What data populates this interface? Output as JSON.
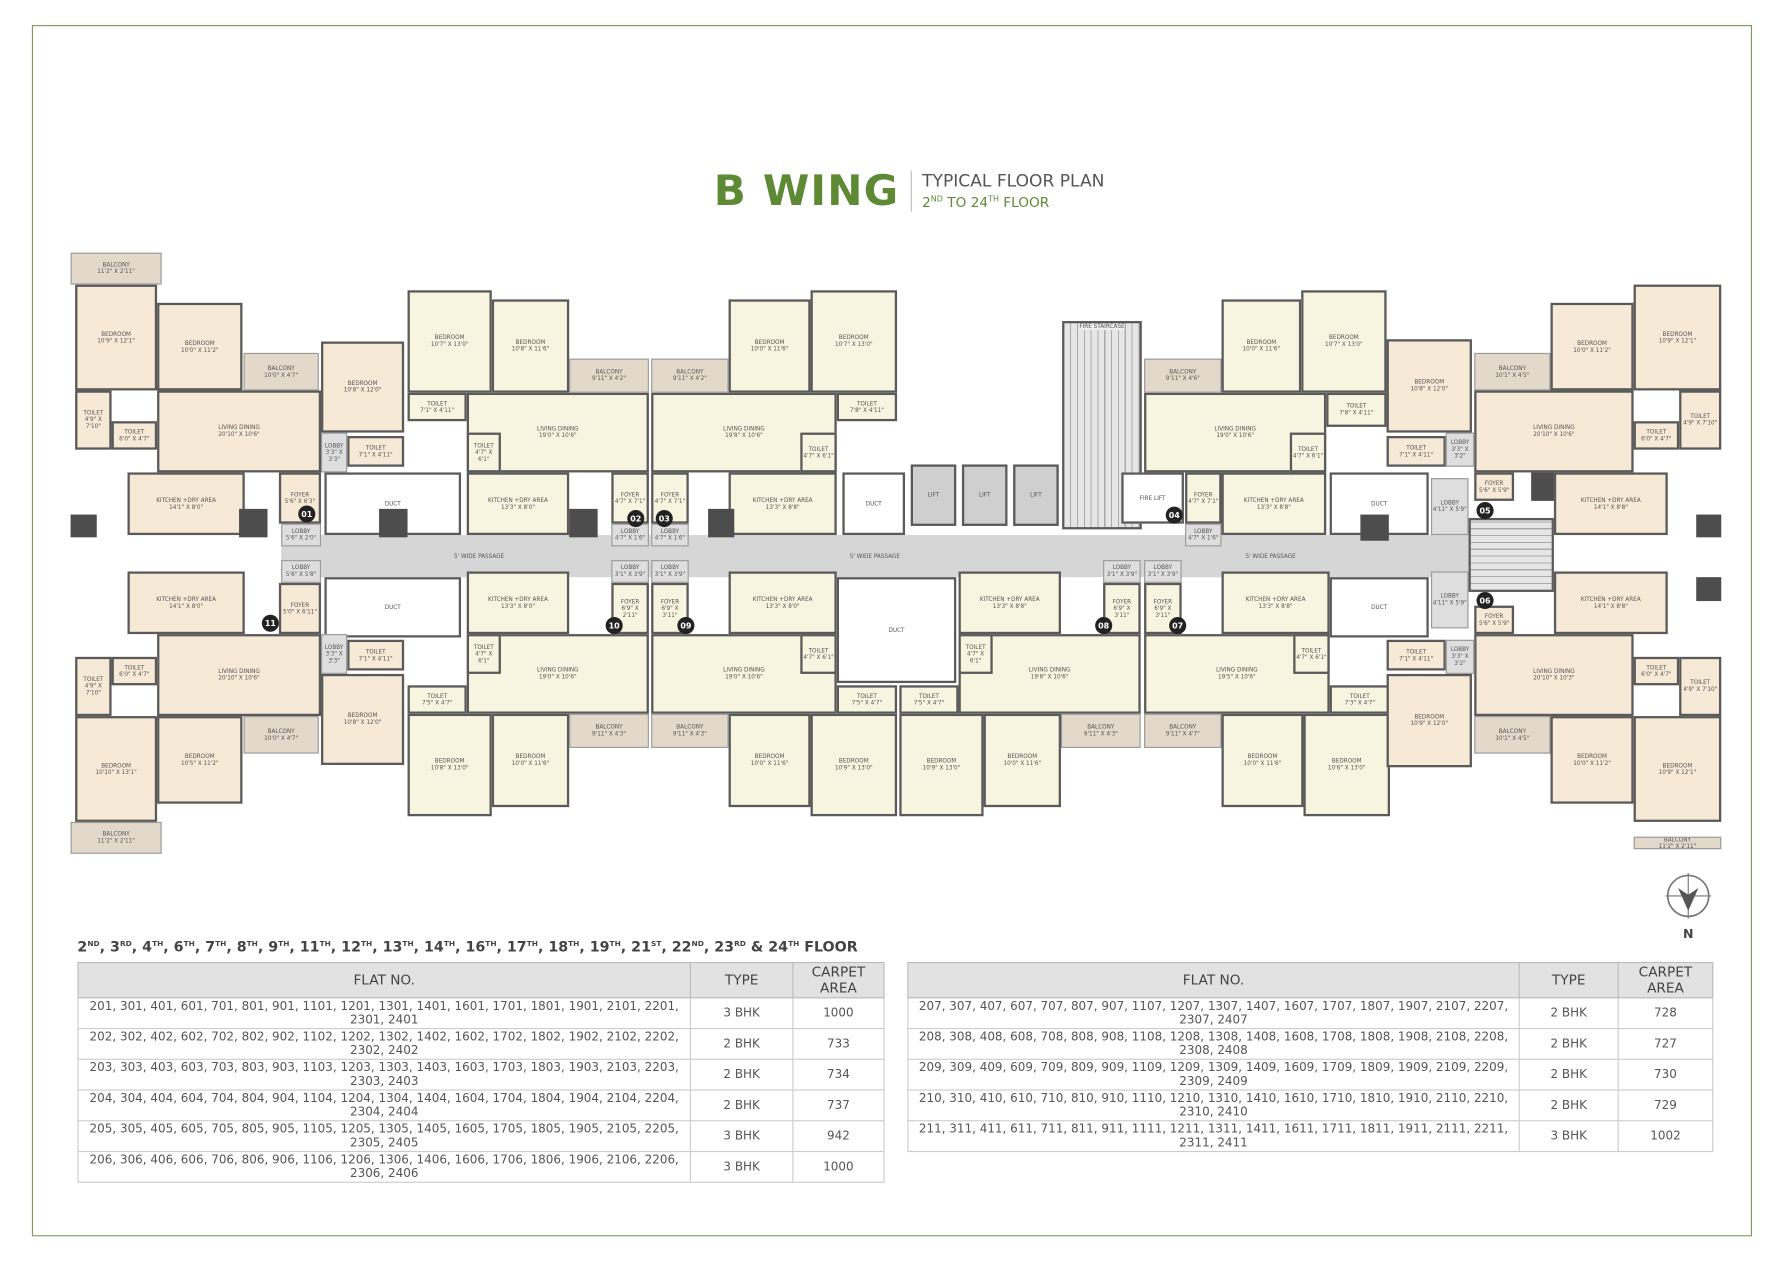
{
  "title": {
    "wing": "B WING",
    "plan": "TYPICAL FLOOR PLAN",
    "range_a": "2",
    "range_a_sup": "ND",
    "range_mid": " TO 24",
    "range_b_sup": "TH",
    "range_end": " FLOOR"
  },
  "colors": {
    "accent": "#5e8a35",
    "three_bhk": "#f6e9d6",
    "two_bhk": "#f7f4df",
    "passage": "#d6d6d6"
  },
  "plan": {
    "passage_label": "5' WIDE PASSAGE",
    "duct_label": "DUCT",
    "lift_label": "LIFT",
    "fire_lift_label": "FIRE LIFT",
    "fire_staircase_label": "FIRE STAIRCASE",
    "north_label": "N",
    "flats": {
      "f01": {
        "no": "01",
        "rooms": [
          {
            "name": "BALCONY",
            "size": "11'2\" X 2'11\""
          },
          {
            "name": "BEDROOM",
            "size": "10'9\" X 12'1\""
          },
          {
            "name": "BEDROOM",
            "size": "10'0\" X 11'2\""
          },
          {
            "name": "BALCONY",
            "size": "10'0\" X 4'7\""
          },
          {
            "name": "BEDROOM",
            "size": "10'8\" X 12'0\""
          },
          {
            "name": "TOILET",
            "size": "4'9\" X 7'10\""
          },
          {
            "name": "TOILET",
            "size": "6'0\" X 4'7\""
          },
          {
            "name": "LIVING DINING",
            "size": "20'10\" X 10'6\""
          },
          {
            "name": "LOBBY",
            "size": "3'3\" X 3'3\""
          },
          {
            "name": "TOILET",
            "size": "7'1\" X 4'11\""
          },
          {
            "name": "KITCHEN +DRY AREA",
            "size": "14'1\" X 8'0\""
          },
          {
            "name": "FOYER",
            "size": "5'6\" X 6'3\""
          },
          {
            "name": "LOBBY",
            "size": "5'6\" X 2'0\""
          }
        ]
      },
      "f02": {
        "no": "02",
        "rooms": [
          {
            "name": "BEDROOM",
            "size": "10'7\" X 13'0\""
          },
          {
            "name": "BEDROOM",
            "size": "10'8\" X 11'6\""
          },
          {
            "name": "BALCONY",
            "size": "9'11\" X 4'2\""
          },
          {
            "name": "TOILET",
            "size": "7'1\" X 4'11\""
          },
          {
            "name": "LIVING DINING",
            "size": "19'0\" X 10'6\""
          },
          {
            "name": "TOILET",
            "size": "4'7\" X 6'1\""
          },
          {
            "name": "KITCHEN +DRY AREA",
            "size": "13'3\" X 8'0\""
          },
          {
            "name": "FOYER",
            "size": "4'7\" X 7'1\""
          },
          {
            "name": "LOBBY",
            "size": "4'7\" X 1'6\""
          }
        ]
      },
      "f03": {
        "no": "03",
        "rooms": [
          {
            "name": "BALCONY",
            "size": "9'11\" X 4'2\""
          },
          {
            "name": "BEDROOM",
            "size": "10'0\" X 11'6\""
          },
          {
            "name": "BEDROOM",
            "size": "10'7\" X 13'0\""
          },
          {
            "name": "LIVING DINING",
            "size": "19'8\" X 10'6\""
          },
          {
            "name": "TOILET",
            "size": "7'8\" X 4'11\""
          },
          {
            "name": "TOILET",
            "size": "4'7\" X 6'1\""
          },
          {
            "name": "KITCHEN +DRY AREA",
            "size": "13'3\" X 8'8\""
          },
          {
            "name": "FOYER",
            "size": "4'7\" X 7'1\""
          },
          {
            "name": "LOBBY",
            "size": "4'7\" X 1'6\""
          }
        ]
      },
      "f04": {
        "no": "04",
        "rooms": [
          {
            "name": "BALCONY",
            "size": "9'11\" X 4'6\""
          },
          {
            "name": "BEDROOM",
            "size": "10'0\" X 11'6\""
          },
          {
            "name": "BEDROOM",
            "size": "10'7\" X 13'0\""
          },
          {
            "name": "LIVING DINING",
            "size": "19'0\" X 10'6\""
          },
          {
            "name": "TOILET",
            "size": "7'8\" X 4'11\""
          },
          {
            "name": "TOILET",
            "size": "4'7\" X 6'1\""
          },
          {
            "name": "KITCHEN +DRY AREA",
            "size": "13'3\" X 8'8\""
          },
          {
            "name": "FOYER",
            "size": "4'7\" X 7'1\""
          },
          {
            "name": "LOBBY",
            "size": "4'7\" X 1'6\""
          }
        ]
      },
      "f05": {
        "no": "05",
        "rooms": [
          {
            "name": "BEDROOM",
            "size": "10'8\" X 12'0\""
          },
          {
            "name": "BALCONY",
            "size": "10'1\" X 4'5\""
          },
          {
            "name": "BEDROOM",
            "size": "10'0\" X 11'2\""
          },
          {
            "name": "BEDROOM",
            "size": "10'9\" X 12'1\""
          },
          {
            "name": "TOILET",
            "size": "7'1\" X 4'11\""
          },
          {
            "name": "LOBBY",
            "size": "3'3\" X 3'2\""
          },
          {
            "name": "LIVING DINING",
            "size": "20'10\" X 10'6\""
          },
          {
            "name": "TOILET",
            "size": "6'0\" X 4'7\""
          },
          {
            "name": "TOILET",
            "size": "4'9\" X 7'10\""
          },
          {
            "name": "FOYER",
            "size": "5'6\" X 5'9\""
          },
          {
            "name": "KITCHEN +DRY AREA",
            "size": "14'1\" X 8'8\""
          },
          {
            "name": "LOBBY",
            "size": "4'11\" X 5'9\""
          }
        ]
      },
      "f06": {
        "no": "06",
        "rooms": [
          {
            "name": "BEDROOM",
            "size": "10'9\" X 12'0\""
          },
          {
            "name": "BALCONY",
            "size": "10'1\" X 4'5\""
          },
          {
            "name": "BEDROOM",
            "size": "10'0\" X 11'2\""
          },
          {
            "name": "BEDROOM",
            "size": "10'9\" X 12'1\""
          },
          {
            "name": "TOILET",
            "size": "7'1\" X 4'11\""
          },
          {
            "name": "LOBBY",
            "size": "3'3\" X 3'2\""
          },
          {
            "name": "LIVING DINING",
            "size": "20'10\" X 10'3\""
          },
          {
            "name": "TOILET",
            "size": "6'0\" X 4'7\""
          },
          {
            "name": "TOILET",
            "size": "4'9\" X 7'10\""
          },
          {
            "name": "FOYER",
            "size": "5'6\" X 5'9\""
          },
          {
            "name": "KITCHEN +DRY AREA",
            "size": "14'1\" X 8'8\""
          },
          {
            "name": "LOBBY",
            "size": "4'11\" X 5'9\""
          },
          {
            "name": "BALCONY",
            "size": "11'2\" X 2'11\""
          }
        ]
      },
      "f07": {
        "no": "07",
        "rooms": [
          {
            "name": "BALCONY",
            "size": "9'11\" X 4'7\""
          },
          {
            "name": "BEDROOM",
            "size": "10'0\" X 11'6\""
          },
          {
            "name": "BEDROOM",
            "size": "10'6\" X 13'0\""
          },
          {
            "name": "LIVING DINING",
            "size": "19'5\" X 10'6\""
          },
          {
            "name": "TOILET",
            "size": "7'3\" X 4'7\""
          },
          {
            "name": "TOILET",
            "size": "4'7\" X 6'1\""
          },
          {
            "name": "KITCHEN +DRY AREA",
            "size": "13'3\" X 8'8\""
          },
          {
            "name": "FOYER",
            "size": "6'9\" X 3'11\""
          },
          {
            "name": "LOBBY",
            "size": "3'1\" X 3'9\""
          }
        ]
      },
      "f08": {
        "no": "08",
        "rooms": [
          {
            "name": "BEDROOM",
            "size": "10'9\" X 13'0\""
          },
          {
            "name": "BEDROOM",
            "size": "10'0\" X 11'6\""
          },
          {
            "name": "BALCONY",
            "size": "9'11\" X 4'3\""
          },
          {
            "name": "TOILET",
            "size": "7'5\" X 4'7\""
          },
          {
            "name": "LIVING DINING",
            "size": "19'8\" X 10'6\""
          },
          {
            "name": "TOILET",
            "size": "4'7\" X 6'1\""
          },
          {
            "name": "KITCHEN +DRY AREA",
            "size": "13'3\" X 8'8\""
          },
          {
            "name": "FOYER",
            "size": "6'9\" X 3'11\""
          },
          {
            "name": "LOBBY",
            "size": "3'1\" X 3'9\""
          }
        ]
      },
      "f09": {
        "no": "09",
        "rooms": [
          {
            "name": "BALCONY",
            "size": "9'11\" X 4'3\""
          },
          {
            "name": "BEDROOM",
            "size": "10'0\" X 11'6\""
          },
          {
            "name": "BEDROOM",
            "size": "10'9\" X 13'0\""
          },
          {
            "name": "LIVING DINING",
            "size": "19'0\" X 10'6\""
          },
          {
            "name": "TOILET",
            "size": "7'5\" X 4'7\""
          },
          {
            "name": "TOILET",
            "size": "4'7\" X 6'1\""
          },
          {
            "name": "KITCHEN +DRY AREA",
            "size": "13'3\" X 8'0\""
          },
          {
            "name": "FOYER",
            "size": "6'9\" X 3'11\""
          },
          {
            "name": "LOBBY",
            "size": "3'1\" X 3'9\""
          }
        ]
      },
      "f10": {
        "no": "10",
        "rooms": [
          {
            "name": "BEDROOM",
            "size": "10'8\" X 13'0\""
          },
          {
            "name": "BEDROOM",
            "size": "10'0\" X 11'6\""
          },
          {
            "name": "BALCONY",
            "size": "9'11\" X 4'3\""
          },
          {
            "name": "TOILET",
            "size": "7'5\" X 4'7\""
          },
          {
            "name": "LIVING DINING",
            "size": "19'0\" X 10'6\""
          },
          {
            "name": "TOILET",
            "size": "4'7\" X 6'1\""
          },
          {
            "name": "KITCHEN +DRY AREA",
            "size": "13'3\" X 8'0\""
          },
          {
            "name": "FOYER",
            "size": "6'9\" X 2'11\""
          },
          {
            "name": "LOBBY",
            "size": "3'1\" X 3'9\""
          }
        ]
      },
      "f11": {
        "no": "11",
        "rooms": [
          {
            "name": "BALCONY",
            "size": "11'2\" X 2'11\""
          },
          {
            "name": "BEDROOM",
            "size": "10'10\" X 13'1\""
          },
          {
            "name": "BEDROOM",
            "size": "10'5\" X 11'2\""
          },
          {
            "name": "BALCONY",
            "size": "10'0\" X 4'7\""
          },
          {
            "name": "BEDROOM",
            "size": "10'8\" X 12'0\""
          },
          {
            "name": "TOILET",
            "size": "4'9\" X 7'10\""
          },
          {
            "name": "TOILET",
            "size": "6'0\" X 4'7\""
          },
          {
            "name": "LIVING DINING",
            "size": "20'10\" X 10'6\""
          },
          {
            "name": "LOBBY",
            "size": "3'3\" X 3'3\""
          },
          {
            "name": "TOILET",
            "size": "7'1\" X 4'11\""
          },
          {
            "name": "KITCHEN +DRY AREA",
            "size": "14'1\" X 8'0\""
          },
          {
            "name": "FOYER",
            "size": "5'0\" X 6'11\""
          },
          {
            "name": "LOBBY",
            "size": "5'6\" X 5'8\""
          }
        ]
      }
    }
  },
  "floors": {
    "items": [
      {
        "n": "2",
        "s": "ND"
      },
      {
        "n": "3",
        "s": "RD"
      },
      {
        "n": "4",
        "s": "TH"
      },
      {
        "n": "6",
        "s": "TH"
      },
      {
        "n": "7",
        "s": "TH"
      },
      {
        "n": "8",
        "s": "TH"
      },
      {
        "n": "9",
        "s": "TH"
      },
      {
        "n": "11",
        "s": "TH"
      },
      {
        "n": "12",
        "s": "TH"
      },
      {
        "n": "13",
        "s": "TH"
      },
      {
        "n": "14",
        "s": "TH"
      },
      {
        "n": "16",
        "s": "TH"
      },
      {
        "n": "17",
        "s": "TH"
      },
      {
        "n": "18",
        "s": "TH"
      },
      {
        "n": "19",
        "s": "TH"
      },
      {
        "n": "21",
        "s": "ST"
      },
      {
        "n": "22",
        "s": "ND"
      },
      {
        "n": "23",
        "s": "RD"
      },
      {
        "n": "24",
        "s": "TH"
      }
    ],
    "suffix": "FLOOR",
    "joiner": ", ",
    "last_joiner": " & "
  },
  "tables": {
    "headers": [
      "FLAT NO.",
      "TYPE",
      "CARPET AREA"
    ],
    "left": [
      [
        "201, 301, 401, 601, 701, 801, 901, 1101, 1201, 1301, 1401, 1601, 1701, 1801, 1901, 2101, 2201, 2301, 2401",
        "3 BHK",
        "1000"
      ],
      [
        "202, 302, 402, 602, 702, 802, 902, 1102, 1202, 1302, 1402, 1602, 1702, 1802, 1902, 2102, 2202, 2302, 2402",
        "2 BHK",
        "733"
      ],
      [
        "203, 303, 403, 603, 703, 803, 903, 1103, 1203, 1303, 1403, 1603, 1703, 1803, 1903, 2103, 2203, 2303, 2403",
        "2 BHK",
        "734"
      ],
      [
        "204, 304, 404, 604, 704, 804, 904, 1104, 1204, 1304, 1404, 1604, 1704, 1804, 1904, 2104, 2204, 2304, 2404",
        "2 BHK",
        "737"
      ],
      [
        "205, 305, 405, 605, 705, 805, 905, 1105, 1205, 1305, 1405, 1605, 1705, 1805, 1905, 2105, 2205, 2305, 2405",
        "3 BHK",
        "942"
      ],
      [
        "206, 306, 406, 606, 706, 806, 906, 1106, 1206, 1306, 1406, 1606, 1706, 1806, 1906, 2106, 2206, 2306, 2406",
        "3 BHK",
        "1000"
      ]
    ],
    "right": [
      [
        "207, 307, 407, 607, 707, 807, 907, 1107, 1207, 1307, 1407, 1607, 1707, 1807, 1907, 2107, 2207, 2307, 2407",
        "2 BHK",
        "728"
      ],
      [
        "208, 308, 408, 608, 708, 808, 908, 1108, 1208, 1308, 1408, 1608, 1708, 1808, 1908, 2108, 2208, 2308, 2408",
        "2 BHK",
        "727"
      ],
      [
        "209, 309, 409, 609, 709, 809, 909, 1109, 1209, 1309, 1409, 1609, 1709, 1809, 1909, 2109, 2209, 2309, 2409",
        "2 BHK",
        "730"
      ],
      [
        "210, 310, 410, 610, 710, 810, 910, 1110, 1210, 1310, 1410, 1610, 1710, 1810, 1910, 2110, 2210, 2310, 2410",
        "2 BHK",
        "729"
      ],
      [
        "211, 311, 411, 611, 711, 811, 911, 1111, 1211, 1311, 1411, 1611, 1711, 1811, 1911, 2111, 2211, 2311, 2411",
        "3 BHK",
        "1002"
      ]
    ]
  }
}
